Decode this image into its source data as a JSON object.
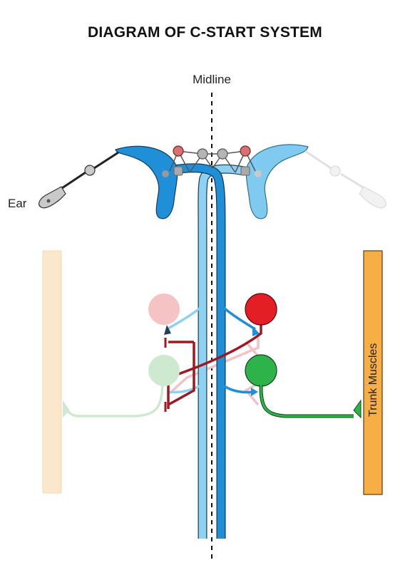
{
  "title": "DIAGRAM OF C-START SYSTEM",
  "labels": {
    "midline": "Midline",
    "ear": "Ear",
    "trunk_muscles": "Trunk Muscles"
  },
  "colors": {
    "mauthner_left": "#1f8fd8",
    "mauthner_right": "#7fcbf0",
    "axon_dark": "#1f8fd8",
    "axon_light": "#8ed2f3",
    "ear_neuron": "#a9a9a9",
    "ear_neuron_red": "#d97070",
    "inhibitory_active": "#e31e24",
    "inhibitory_faded": "#f6c3c5",
    "motor_active": "#2db34a",
    "motor_faded": "#cde9cf",
    "muscle_active": "#f7ae45",
    "muscle_faded": "#fbe8cc",
    "connection_active": "#9b1b22",
    "connection_faded": "#e9b6bb"
  }
}
